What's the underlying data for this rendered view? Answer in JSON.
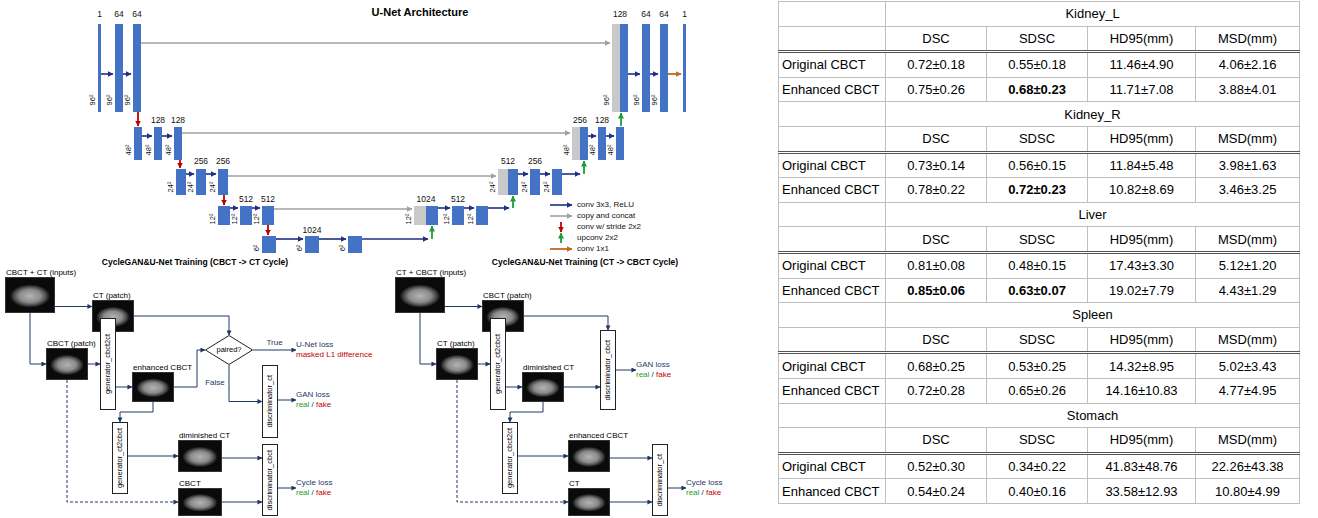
{
  "diagram": {
    "nodes": [
      {
        "text": [
          "CBCT + CT (inputs)"
        ]
      },
      {
        "text": [
          "CT (patch)"
        ]
      },
      {
        "text": [
          "CBCT (patch)"
        ]
      },
      {
        "text": [
          "generator_cbct2ct"
        ]
      },
      {
        "text": [
          "enhanced CBCT"
        ]
      },
      {
        "text": [
          "paired?"
        ]
      },
      {
        "text": [
          "U-Net loss",
          "masked L1 difference"
        ]
      },
      {
        "text": [
          "discriminator_ct"
        ]
      },
      {
        "text": [
          "GAN loss",
          "real / fake"
        ]
      },
      {
        "text": [
          "generator_ct2cbct"
        ]
      },
      {
        "text": [
          "diminished CT"
        ]
      },
      {
        "text": [
          "CBCT"
        ]
      },
      {
        "text": [
          "discriminator_cbct"
        ]
      },
      {
        "text": [
          "Cycle loss",
          "real / fake"
        ]
      },
      {
        "text": [
          "CT + CBCT (inputs)"
        ]
      },
      {
        "text": [
          "CBCT (patch)"
        ]
      },
      {
        "text": [
          "CT (patch)"
        ]
      },
      {
        "text": [
          "generator_ct2cbct"
        ]
      },
      {
        "text": [
          "diminished CT"
        ]
      },
      {
        "text": [
          "discriminator_cbct"
        ]
      },
      {
        "text": [
          "GAN loss",
          "real / fake"
        ]
      },
      {
        "text": [
          "generator_cbct2ct"
        ]
      },
      {
        "text": [
          "enhanced CBCT"
        ]
      },
      {
        "text": [
          "CT"
        ]
      },
      {
        "text": [
          "discriminator_ct"
        ]
      },
      {
        "text": [
          "Cycle loss",
          "real / fake"
        ]
      }
    ],
    "edges": [
      {
        "from": 0,
        "to": 1,
        "arrow": "to"
      },
      {
        "from": 0,
        "to": 2,
        "arrow": "to"
      },
      {
        "from": 2,
        "to": 3,
        "arrow": "to"
      },
      {
        "from": 3,
        "to": 4,
        "arrow": "to"
      },
      {
        "from": 4,
        "to": 5,
        "arrow": "to"
      },
      {
        "from": 1,
        "to": 5,
        "arrow": "to"
      },
      {
        "from": 5,
        "to": 6,
        "label": "True",
        "arrow": "to"
      },
      {
        "from": 5,
        "to": 7,
        "label": "False",
        "arrow": "to"
      },
      {
        "from": 7,
        "to": 8,
        "arrow": "to"
      },
      {
        "from": 4,
        "to": 9,
        "arrow": "to"
      },
      {
        "from": 9,
        "to": 10,
        "arrow": "to"
      },
      {
        "from": 10,
        "to": 12,
        "arrow": "to"
      },
      {
        "from": 2,
        "to": 11,
        "arrow": "to"
      },
      {
        "from": 11,
        "to": 12,
        "arrow": "to"
      },
      {
        "from": 12,
        "to": 13,
        "arrow": "to"
      },
      {
        "from": 14,
        "to": 15,
        "arrow": "to"
      },
      {
        "from": 14,
        "to": 16,
        "arrow": "to"
      },
      {
        "from": 16,
        "to": 17,
        "arrow": "to"
      },
      {
        "from": 17,
        "to": 18,
        "arrow": "to"
      },
      {
        "from": 18,
        "to": 19,
        "arrow": "to"
      },
      {
        "from": 15,
        "to": 19,
        "arrow": "to"
      },
      {
        "from": 19,
        "to": 20,
        "arrow": "to"
      },
      {
        "from": 18,
        "to": 21,
        "arrow": "to"
      },
      {
        "from": 21,
        "to": 22,
        "arrow": "to"
      },
      {
        "from": 22,
        "to": 24,
        "arrow": "to"
      },
      {
        "from": 16,
        "to": 23,
        "arrow": "to"
      },
      {
        "from": 23,
        "to": 24,
        "arrow": "to"
      },
      {
        "from": 24,
        "to": 25,
        "arrow": "to"
      }
    ],
    "labels": [
      "U-Net Architecture",
      "1",
      "64",
      "64",
      "128",
      "64",
      "64",
      "1",
      "96²",
      "96²",
      "96²",
      "96²",
      "96²",
      "96²",
      "128",
      "128",
      "256",
      "128",
      "48²",
      "48²",
      "48²",
      "48²",
      "48²",
      "48²",
      "256",
      "256",
      "512",
      "256",
      "24²",
      "24²",
      "24²",
      "24²",
      "24²",
      "24²",
      "512",
      "512",
      "1024",
      "512",
      "12²",
      "12²",
      "12²",
      "12²",
      "12²",
      "12²",
      "1024",
      "6²",
      "6²",
      "6²",
      "CycleGAN&U-Net Training (CBCT -> CT Cycle)",
      "CycleGAN&U-Net Training (CT -> CBCT Cycle)",
      "Kidney_L",
      "DSC",
      "SDSC",
      "HD95(mm)",
      "MSD(mm)",
      "Original CBCT",
      "0.72±0.18",
      "0.55±0.18",
      "11.46±4.90",
      "4.06±2.16",
      "Enhanced CBCT",
      "0.75±0.26",
      "0.68±0.23",
      "11.71±7.08",
      "3.88±4.01",
      "Kidney_R",
      "DSC",
      "SDSC",
      "HD95(mm)",
      "MSD(mm)",
      "Original CBCT",
      "0.73±0.14",
      "0.56±0.15",
      "11.84±5.48",
      "3.98±1.63",
      "Enhanced CBCT",
      "0.78±0.22",
      "0.72±0.23",
      "10.82±8.69",
      "3.46±3.25",
      "Liver",
      "DSC",
      "SDSC",
      "HD95(mm)",
      "MSD(mm)",
      "Original CBCT",
      "0.81±0.08",
      "0.48±0.15",
      "17.43±3.30",
      "5.12±1.20",
      "Enhanced CBCT",
      "0.85±0.06",
      "0.63±0.07",
      "19.02±7.79",
      "4.43±1.29",
      "Spleen",
      "DSC",
      "SDSC",
      "HD95(mm)",
      "MSD(mm)",
      "Original CBCT",
      "0.68±0.25",
      "0.53±0.25",
      "14.32±8.95",
      "5.02±3.43",
      "Enhanced CBCT",
      "0.72±0.28",
      "0.65±0.26",
      "14.16±10.83",
      "4.77±4.95",
      "Stomach",
      "DSC",
      "SDSC",
      "HD95(mm)",
      "MSD(mm)",
      "Original CBCT",
      "0.52±0.30",
      "0.34±0.22",
      "41.83±48.76",
      "22.26±43.38",
      "Enhanced CBCT",
      "0.54±0.24",
      "0.40±0.16",
      "33.58±12.93",
      "10.80±4.99"
    ],
    "legend": [
      {
        "text": "conv 3x3, ReLU"
      },
      {
        "text": "copy and concat"
      },
      {
        "text": "conv w/ stride 2x2"
      },
      {
        "text": "upconv 2x2"
      },
      {
        "text": "conv 1x1"
      }
    ]
  }
}
